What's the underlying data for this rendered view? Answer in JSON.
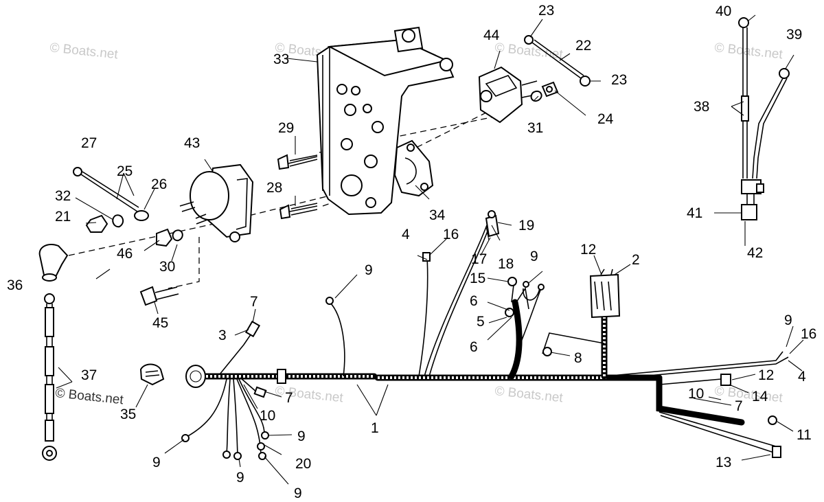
{
  "watermark": "© Boats.net",
  "callouts": [
    {
      "id": "c1",
      "text": "1"
    },
    {
      "id": "c2",
      "text": "2"
    },
    {
      "id": "c3",
      "text": "3"
    },
    {
      "id": "c4a",
      "text": "4"
    },
    {
      "id": "c4b",
      "text": "4"
    },
    {
      "id": "c5",
      "text": "5"
    },
    {
      "id": "c6a",
      "text": "6"
    },
    {
      "id": "c6b",
      "text": "6"
    },
    {
      "id": "c7a",
      "text": "7"
    },
    {
      "id": "c7b",
      "text": "7"
    },
    {
      "id": "c7c",
      "text": "7"
    },
    {
      "id": "c8",
      "text": "8"
    },
    {
      "id": "c9a",
      "text": "9"
    },
    {
      "id": "c9b",
      "text": "9"
    },
    {
      "id": "c9c",
      "text": "9"
    },
    {
      "id": "c9d",
      "text": "9"
    },
    {
      "id": "c9e",
      "text": "9"
    },
    {
      "id": "c9f",
      "text": "9"
    },
    {
      "id": "c9g",
      "text": "9"
    },
    {
      "id": "c10a",
      "text": "10"
    },
    {
      "id": "c10b",
      "text": "10"
    },
    {
      "id": "c11",
      "text": "11"
    },
    {
      "id": "c12a",
      "text": "12"
    },
    {
      "id": "c12b",
      "text": "12"
    },
    {
      "id": "c13",
      "text": "13"
    },
    {
      "id": "c14",
      "text": "14"
    },
    {
      "id": "c15",
      "text": "15"
    },
    {
      "id": "c16a",
      "text": "16"
    },
    {
      "id": "c16b",
      "text": "16"
    },
    {
      "id": "c17",
      "text": "17"
    },
    {
      "id": "c18",
      "text": "18"
    },
    {
      "id": "c19",
      "text": "19"
    },
    {
      "id": "c20",
      "text": "20"
    },
    {
      "id": "c21",
      "text": "21"
    },
    {
      "id": "c22",
      "text": "22"
    },
    {
      "id": "c23a",
      "text": "23"
    },
    {
      "id": "c23b",
      "text": "23"
    },
    {
      "id": "c24",
      "text": "24"
    },
    {
      "id": "c25",
      "text": "25"
    },
    {
      "id": "c26",
      "text": "26"
    },
    {
      "id": "c27",
      "text": "27"
    },
    {
      "id": "c28",
      "text": "28"
    },
    {
      "id": "c29",
      "text": "29"
    },
    {
      "id": "c30",
      "text": "30"
    },
    {
      "id": "c31",
      "text": "31"
    },
    {
      "id": "c32",
      "text": "32"
    },
    {
      "id": "c33",
      "text": "33"
    },
    {
      "id": "c34",
      "text": "34"
    },
    {
      "id": "c35",
      "text": "35"
    },
    {
      "id": "c36",
      "text": "36"
    },
    {
      "id": "c37",
      "text": "37"
    },
    {
      "id": "c38",
      "text": "38"
    },
    {
      "id": "c39",
      "text": "39"
    },
    {
      "id": "c40",
      "text": "40"
    },
    {
      "id": "c41",
      "text": "41"
    },
    {
      "id": "c42",
      "text": "42"
    },
    {
      "id": "c43",
      "text": "43"
    },
    {
      "id": "c44",
      "text": "44"
    },
    {
      "id": "c45",
      "text": "45"
    },
    {
      "id": "c46",
      "text": "46"
    }
  ]
}
